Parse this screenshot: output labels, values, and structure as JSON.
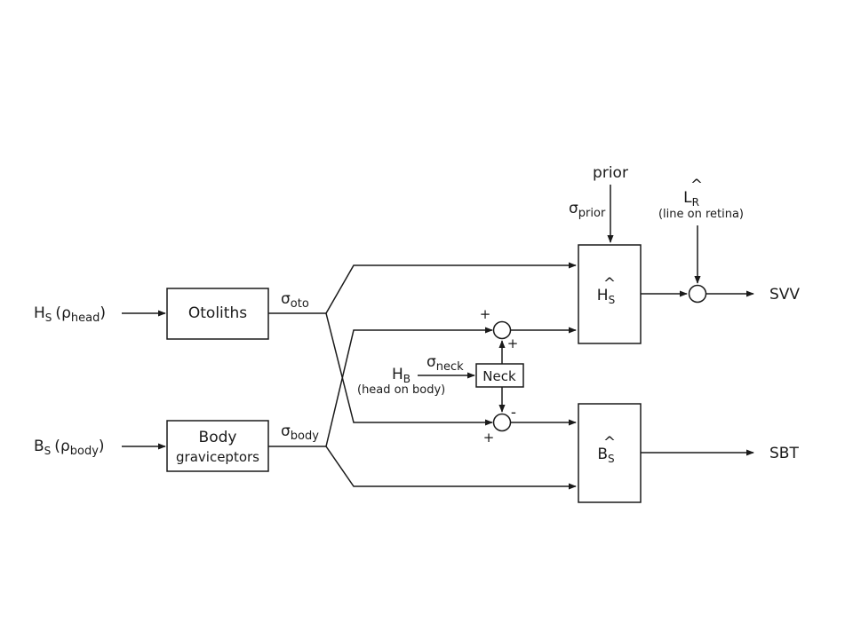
{
  "inputs": {
    "hs_main": "H",
    "hs_sub": "S",
    "hs_rho": "ρ",
    "hs_rho_sub": "head",
    "bs_main": "B",
    "bs_sub": "S",
    "bs_rho": "ρ",
    "bs_rho_sub": "body",
    "hb_main": "H",
    "hb_sub": "B",
    "hb_note": "(head on body)"
  },
  "blocks": {
    "otoliths": "Otoliths",
    "body_line1": "Body",
    "body_line2": "graviceptors",
    "neck": "Neck",
    "hs_est_hat": "^",
    "hs_est_main": "H",
    "hs_est_sub": "S",
    "bs_est_hat": "^",
    "bs_est_main": "B",
    "bs_est_sub": "S"
  },
  "noise": {
    "sigma": "σ",
    "oto": "oto",
    "body": "body",
    "neck": "neck",
    "prior": "prior"
  },
  "prior_label": "prior",
  "lr": {
    "hat": "^",
    "main": "L",
    "sub": "R",
    "note": "(line on retina)"
  },
  "signs": {
    "plus": "+",
    "minus": "-"
  },
  "outputs": {
    "svv": "SVV",
    "sbt": "SBT"
  }
}
